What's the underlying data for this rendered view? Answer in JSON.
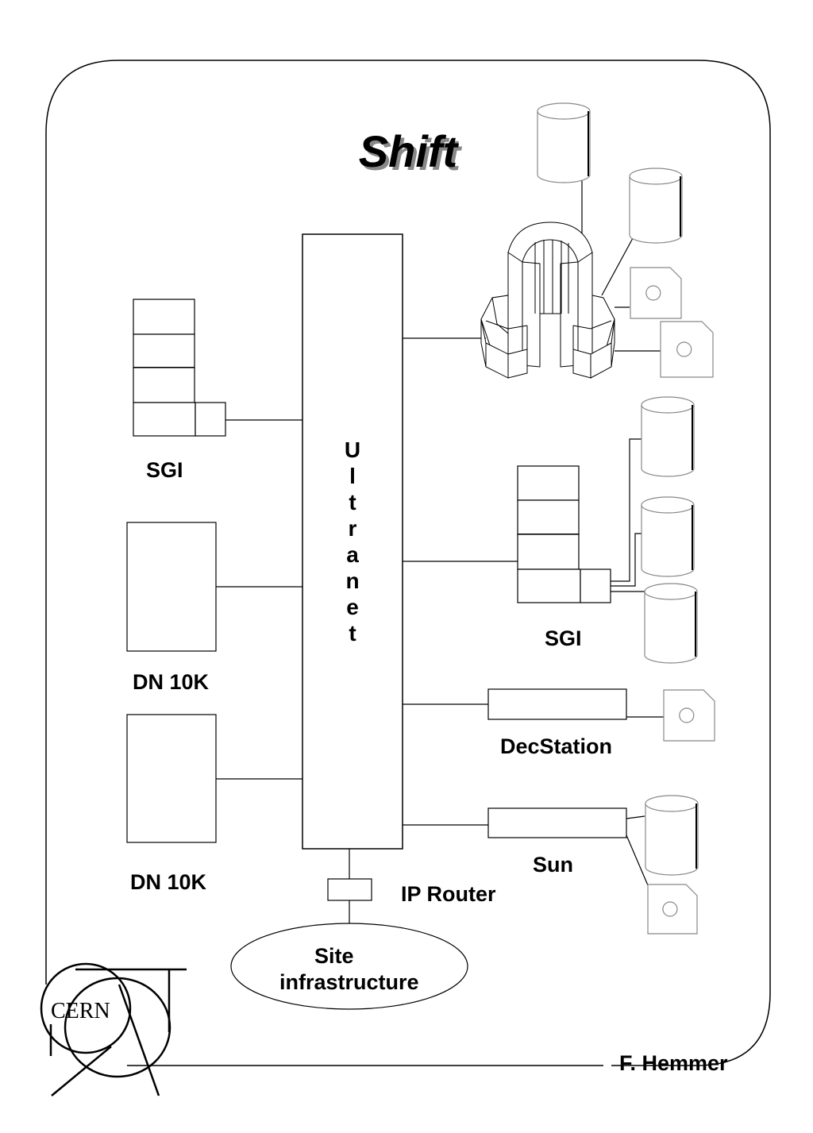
{
  "title": "Shift",
  "network": {
    "name_letters": [
      "U",
      "l",
      "t",
      "r",
      "a",
      "n",
      "e",
      "t"
    ]
  },
  "labels": {
    "sgi_left": "SGI",
    "dn10k_1": "DN 10K",
    "dn10k_2": "DN 10K",
    "sgi_right": "SGI",
    "decstation": "DecStation",
    "sun": "Sun",
    "ip_router": "IP Router",
    "site_line1": "Site",
    "site_line2": "infrastructure"
  },
  "logo_text": "CERN",
  "author": "F. Hemmer",
  "colors": {
    "line": "#000000",
    "peripheral": "#888888",
    "background": "#ffffff"
  },
  "icons": [
    "disk-cylinder-icon",
    "tape-cartridge-icon",
    "cray-supercomputer-icon",
    "cern-logo-icon"
  ]
}
